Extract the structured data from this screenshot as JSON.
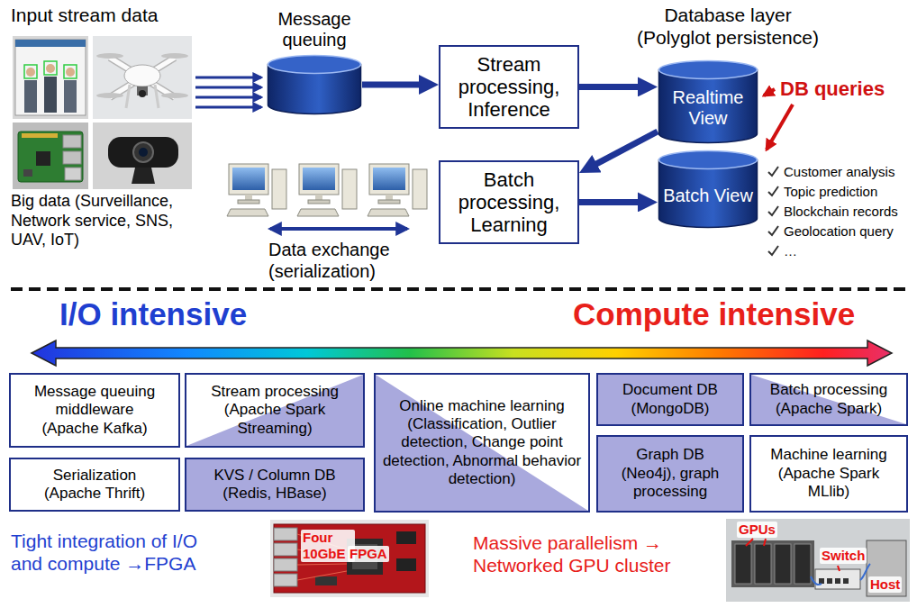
{
  "diagram": {
    "nodes": [
      {
        "text": [
          "Message queuing"
        ]
      },
      {
        "text": [
          "Stream processing, Inference"
        ]
      },
      {
        "text": [
          "Realtime View"
        ]
      },
      {
        "text": [
          "Batch processing, Learning"
        ]
      },
      {
        "text": [
          "Batch View"
        ]
      },
      {
        "text": [
          "Message queuing middleware",
          "(Apache Kafka)"
        ]
      },
      {
        "text": [
          "Stream processing",
          "(Apache Spark Streaming)"
        ]
      },
      {
        "text": [
          "Online machine learning",
          "(Classification, Outlier detection, Change point detection, Abnormal behavior detection)"
        ]
      },
      {
        "text": [
          "Document DB",
          "(MongoDB)"
        ]
      },
      {
        "text": [
          "Batch processing",
          "(Apache Spark)"
        ]
      },
      {
        "text": [
          "Serialization",
          "(Apache Thrift)"
        ]
      },
      {
        "text": [
          "KVS / Column DB",
          "(Redis, HBase)"
        ]
      },
      {
        "text": [
          "Graph DB",
          "(Neo4j), graph processing"
        ]
      },
      {
        "text": [
          "Machine learning",
          "(Apache Spark MLlib)"
        ]
      }
    ],
    "edges": [
      {
        "from": 0,
        "to": 1,
        "arrow": "to"
      },
      {
        "from": 1,
        "to": 2,
        "arrow": "to"
      },
      {
        "from": 2,
        "to": 3,
        "arrow": "to"
      },
      {
        "from": 3,
        "to": 4,
        "arrow": "to"
      }
    ],
    "labels": [
      "Input stream data",
      "Big data (Surveillance, Network service, SNS, UAV, IoT)",
      "Database layer (Polyglot persistence)",
      "DB queries",
      "Customer analysis",
      "Topic prediction",
      "Blockchain records",
      "Geolocation query",
      "…",
      "Data exchange (serialization)",
      "I/O intensive",
      "Compute intensive",
      "Tight integration of I/O and compute →FPGA",
      "Four 10GbE",
      "FPGA",
      "Massive parallelism → Networked GPU cluster",
      "GPUs",
      "Switch",
      "Host"
    ]
  }
}
